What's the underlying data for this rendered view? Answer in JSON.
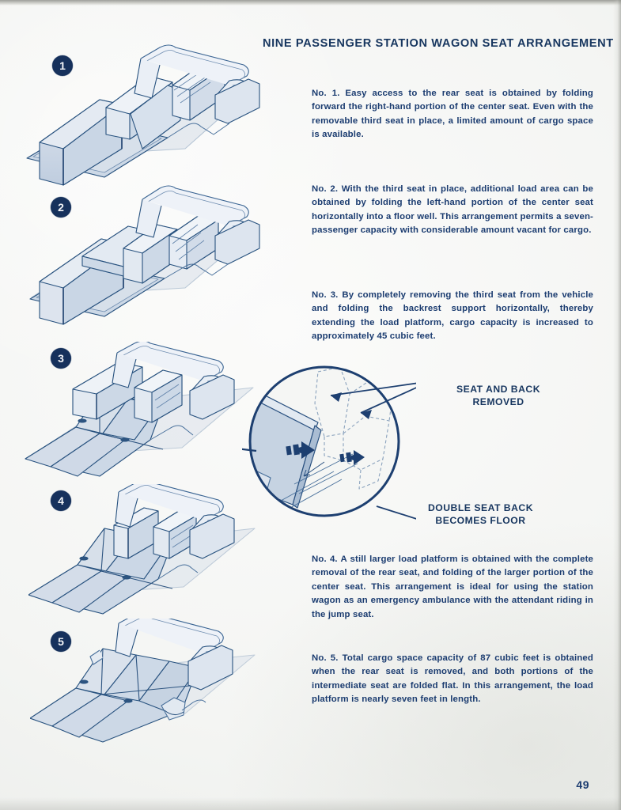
{
  "page": {
    "headline": "NINE PASSENGER STATION WAGON SEAT ARRANGEMENT",
    "folio": "49",
    "ink_color": "#1b3c70",
    "badge_color": "#16315c",
    "paper_color": "#f4f5f3",
    "fill_color": "#c3cfde"
  },
  "steps": [
    {
      "badge": "1",
      "text": "No. 1. Easy access to the rear seat is obtained by folding forward the right-hand portion of the center seat. Even with the removable third seat in place, a limited amount of cargo space is available."
    },
    {
      "badge": "2",
      "text": "No. 2. With the third seat in place, additional load area can be obtained by folding the left-hand portion of the center seat horizontally into a floor well. This arrangement permits a seven-passenger capacity with considerable amount vacant for cargo."
    },
    {
      "badge": "3",
      "text": "No. 3. By completely removing the third seat from the vehicle and folding the backrest support horizontally, thereby extending the load platform, cargo capacity is increased to approximately 45 cubic feet."
    },
    {
      "badge": "4",
      "text": "No. 4. A still larger load platform is obtained with the complete removal of the rear seat, and folding of the larger portion of the center seat. This arrangement is ideal for using the station wagon as an emergency ambulance with the attendant riding in the jump seat."
    },
    {
      "badge": "5",
      "text": "No. 5. Total cargo space capacity of 87 cubic feet is obtained when the rear seat is removed, and both portions of the intermediate seat are folded flat. In this arrangement, the load platform is nearly seven feet in length."
    }
  ],
  "callouts": {
    "seat_and_back_removed": "SEAT AND BACK\nREMOVED",
    "seat_and_back_removed_line1": "SEAT AND BACK",
    "seat_and_back_removed_line2": "REMOVED",
    "double_seat_back_line1": "DOUBLE SEAT BACK",
    "double_seat_back_line2": "BECOMES FLOOR"
  }
}
